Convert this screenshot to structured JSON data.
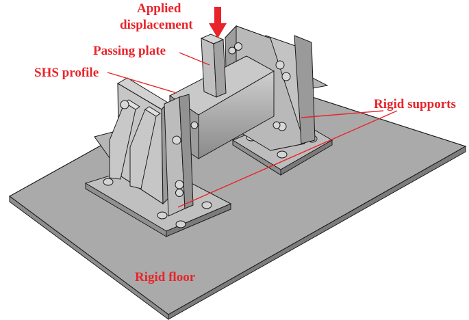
{
  "labels": {
    "applied_line1": "Applied",
    "applied_line2": "displacement",
    "passing_plate": "Passing plate",
    "shs_profile": "SHS profile",
    "rigid_supports": "Rigid supports",
    "rigid_floor": "Rigid floor"
  },
  "colors": {
    "annotation": "#e8242a",
    "floor": "#a9a9a9",
    "steel_light": "#c4c4c4",
    "steel_mid": "#a6a6a6",
    "steel_dark": "#858585",
    "outline": "#1a1a1a"
  }
}
